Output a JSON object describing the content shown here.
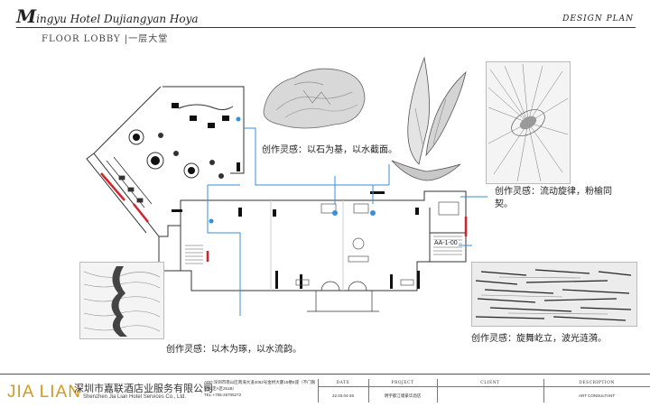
{
  "header": {
    "logo_initial": "M",
    "hotel_name": "ingyu Hotel Dujiangyan Hoya",
    "design_plan": "DESIGN PLAN",
    "floor_title": "FLOOR LOBBY |一层大堂"
  },
  "plan": {
    "room_label": "AA-1-00"
  },
  "captions": {
    "stone": "创作灵感：以石为基，以水截面。",
    "wood": "创作灵感：以木为琢，以水流韵。",
    "swirl": "创作灵感：流动旋律，粉榆同契。",
    "wave": "创作灵感：旋舞屹立，波光涟漪。"
  },
  "footer": {
    "brand": "JIA LIAN",
    "company_cn": "深圳市嘉联酒店业服务有限公司",
    "company_en": "Shenzhen Jia Lian Hotel Services Co., Ltd.",
    "address": "ADD:深圳市南山区南海大道4052号金桥大厦15楼E座（不门限制规定A区251B）",
    "tel": "TEL:+755-26705272",
    "columns": [
      {
        "head": "DATE",
        "value": "22.03.04-26"
      },
      {
        "head": "PROJECT",
        "value": "明宇都江堰豪华酒店"
      },
      {
        "head": "CLIENT",
        "value": ""
      },
      {
        "head": "DESCRIPTION",
        "value": "ART CONSULTANT"
      }
    ]
  },
  "colors": {
    "accent_blue": "#3a8fd9",
    "wall_red": "#d2232a",
    "brand_gold": "#d39a1e"
  }
}
